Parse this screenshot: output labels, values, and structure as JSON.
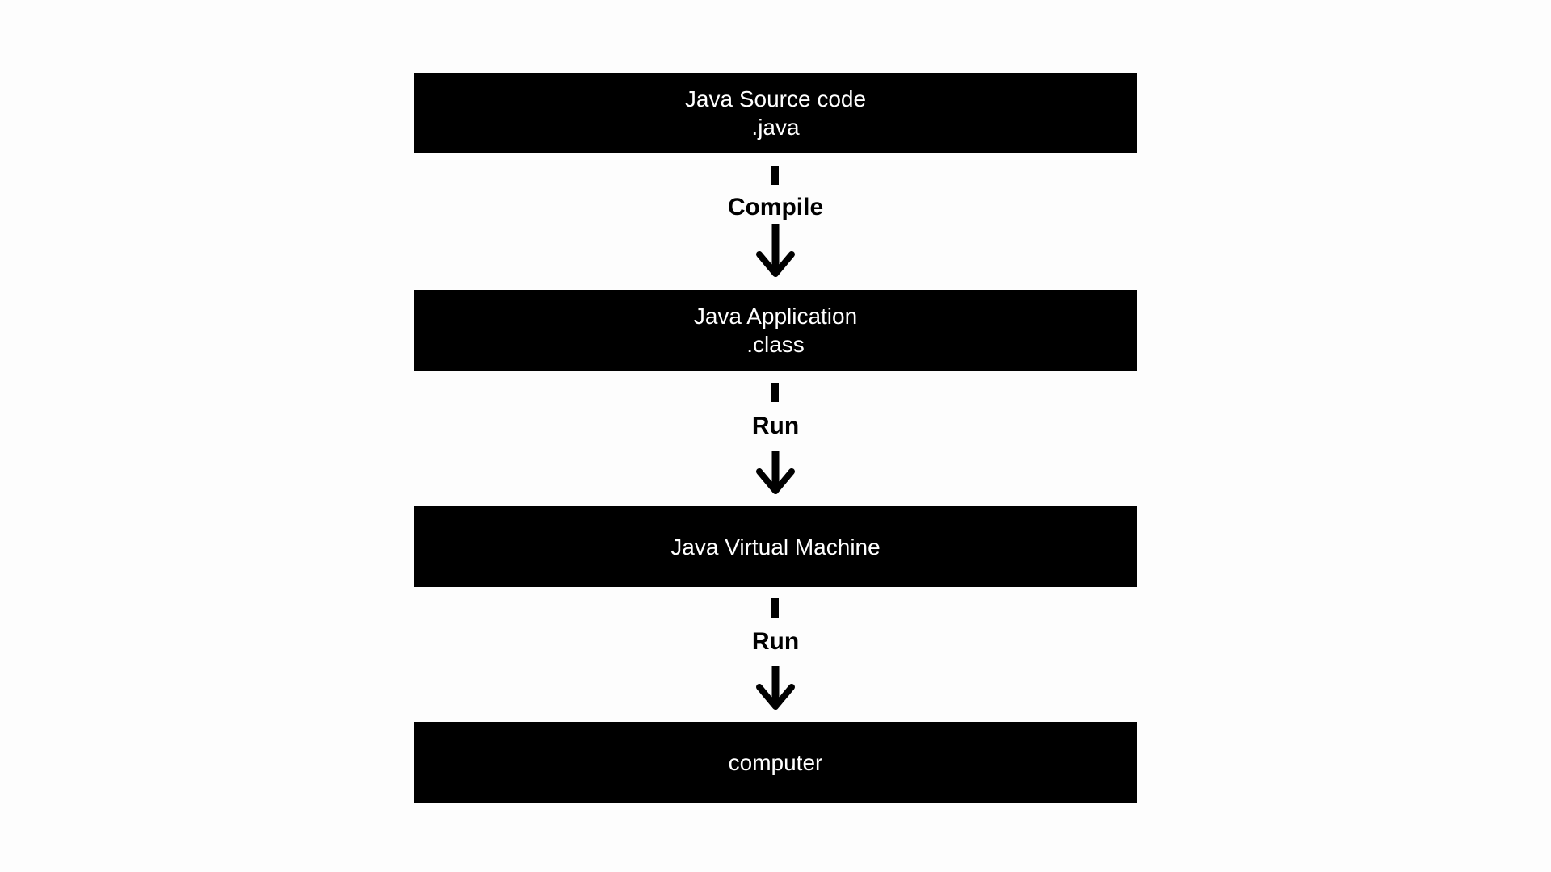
{
  "diagram": {
    "nodes": [
      {
        "id": "source",
        "lines": [
          "Java Source code",
          ".java"
        ]
      },
      {
        "id": "application",
        "lines": [
          "Java Application",
          ".class"
        ]
      },
      {
        "id": "jvm",
        "lines": [
          "Java Virtual Machine"
        ]
      },
      {
        "id": "computer",
        "lines": [
          "computer"
        ]
      }
    ],
    "edges": [
      {
        "from": "source",
        "to": "application",
        "label": "Compile"
      },
      {
        "from": "application",
        "to": "jvm",
        "label": "Run"
      },
      {
        "from": "jvm",
        "to": "computer",
        "label": "Run"
      }
    ]
  },
  "colors": {
    "background": "#fdfdfd",
    "box": "#000000",
    "box_text": "#ffffff",
    "arrow": "#000000"
  }
}
